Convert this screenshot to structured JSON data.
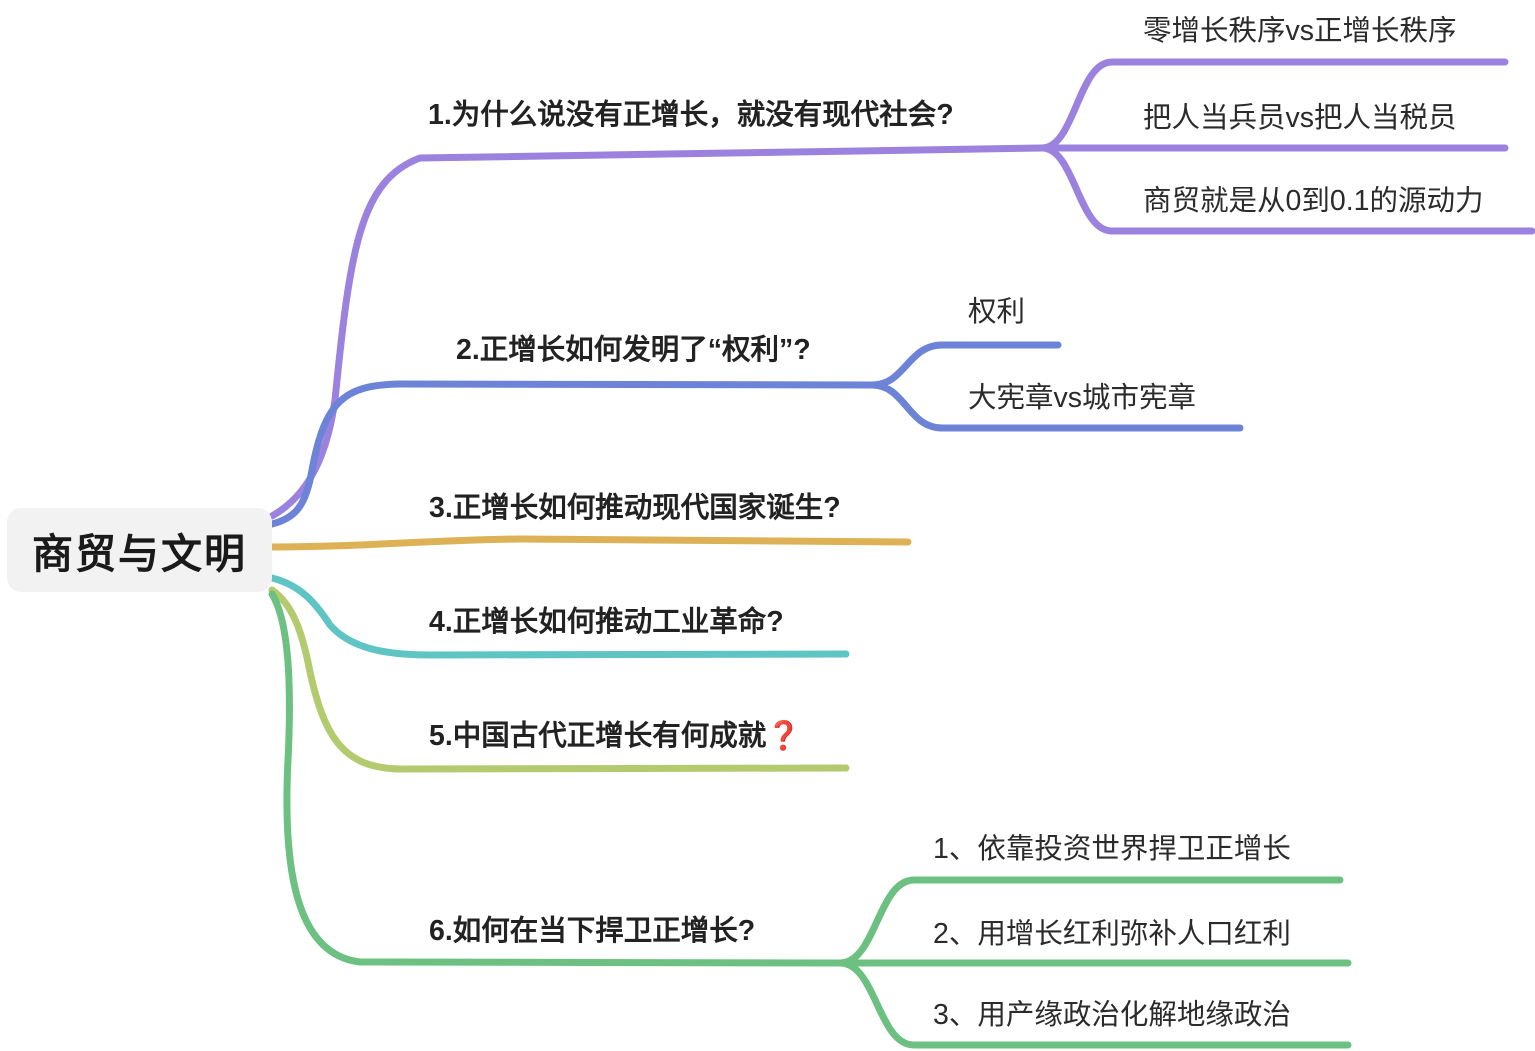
{
  "diagram": {
    "type": "mind-map",
    "root": {
      "label": "商贸与文明",
      "box_color": "#f2f2f2",
      "text_color": "#1a1a1a"
    },
    "branches": [
      {
        "index": "1",
        "label": "1.为什么说没有正增长，就没有现代社会?",
        "color": "#9b82de",
        "children": [
          {
            "label": "零增长秩序vs正增长秩序"
          },
          {
            "label": "把人当兵员vs把人当税员"
          },
          {
            "label": "商贸就是从0到0.1的源动力"
          }
        ]
      },
      {
        "index": "2",
        "label": "2.正增长如何发明了“权利”?",
        "color": "#6c83d8",
        "children": [
          {
            "label": "权利"
          },
          {
            "label": "大宪章vs城市宪章"
          }
        ]
      },
      {
        "index": "3",
        "label": "3.正增长如何推动现代国家诞生?",
        "color": "#ddb155",
        "children": []
      },
      {
        "index": "4",
        "label": "4.正增长如何推动工业革命?",
        "color": "#5fc4c4",
        "children": []
      },
      {
        "index": "5",
        "label": "5.中国古代正增长有何成就",
        "label_suffix": "❓",
        "color": "#b4ca6f",
        "children": []
      },
      {
        "index": "6",
        "label": "6.如何在当下捍卫正增长?",
        "color": "#6cc081",
        "children": [
          {
            "label": "1、依靠投资世界捍卫正增长"
          },
          {
            "label": "2、用增长红利弥补人口红利"
          },
          {
            "label": "3、用产缘政治化解地缘政治"
          }
        ]
      }
    ]
  }
}
